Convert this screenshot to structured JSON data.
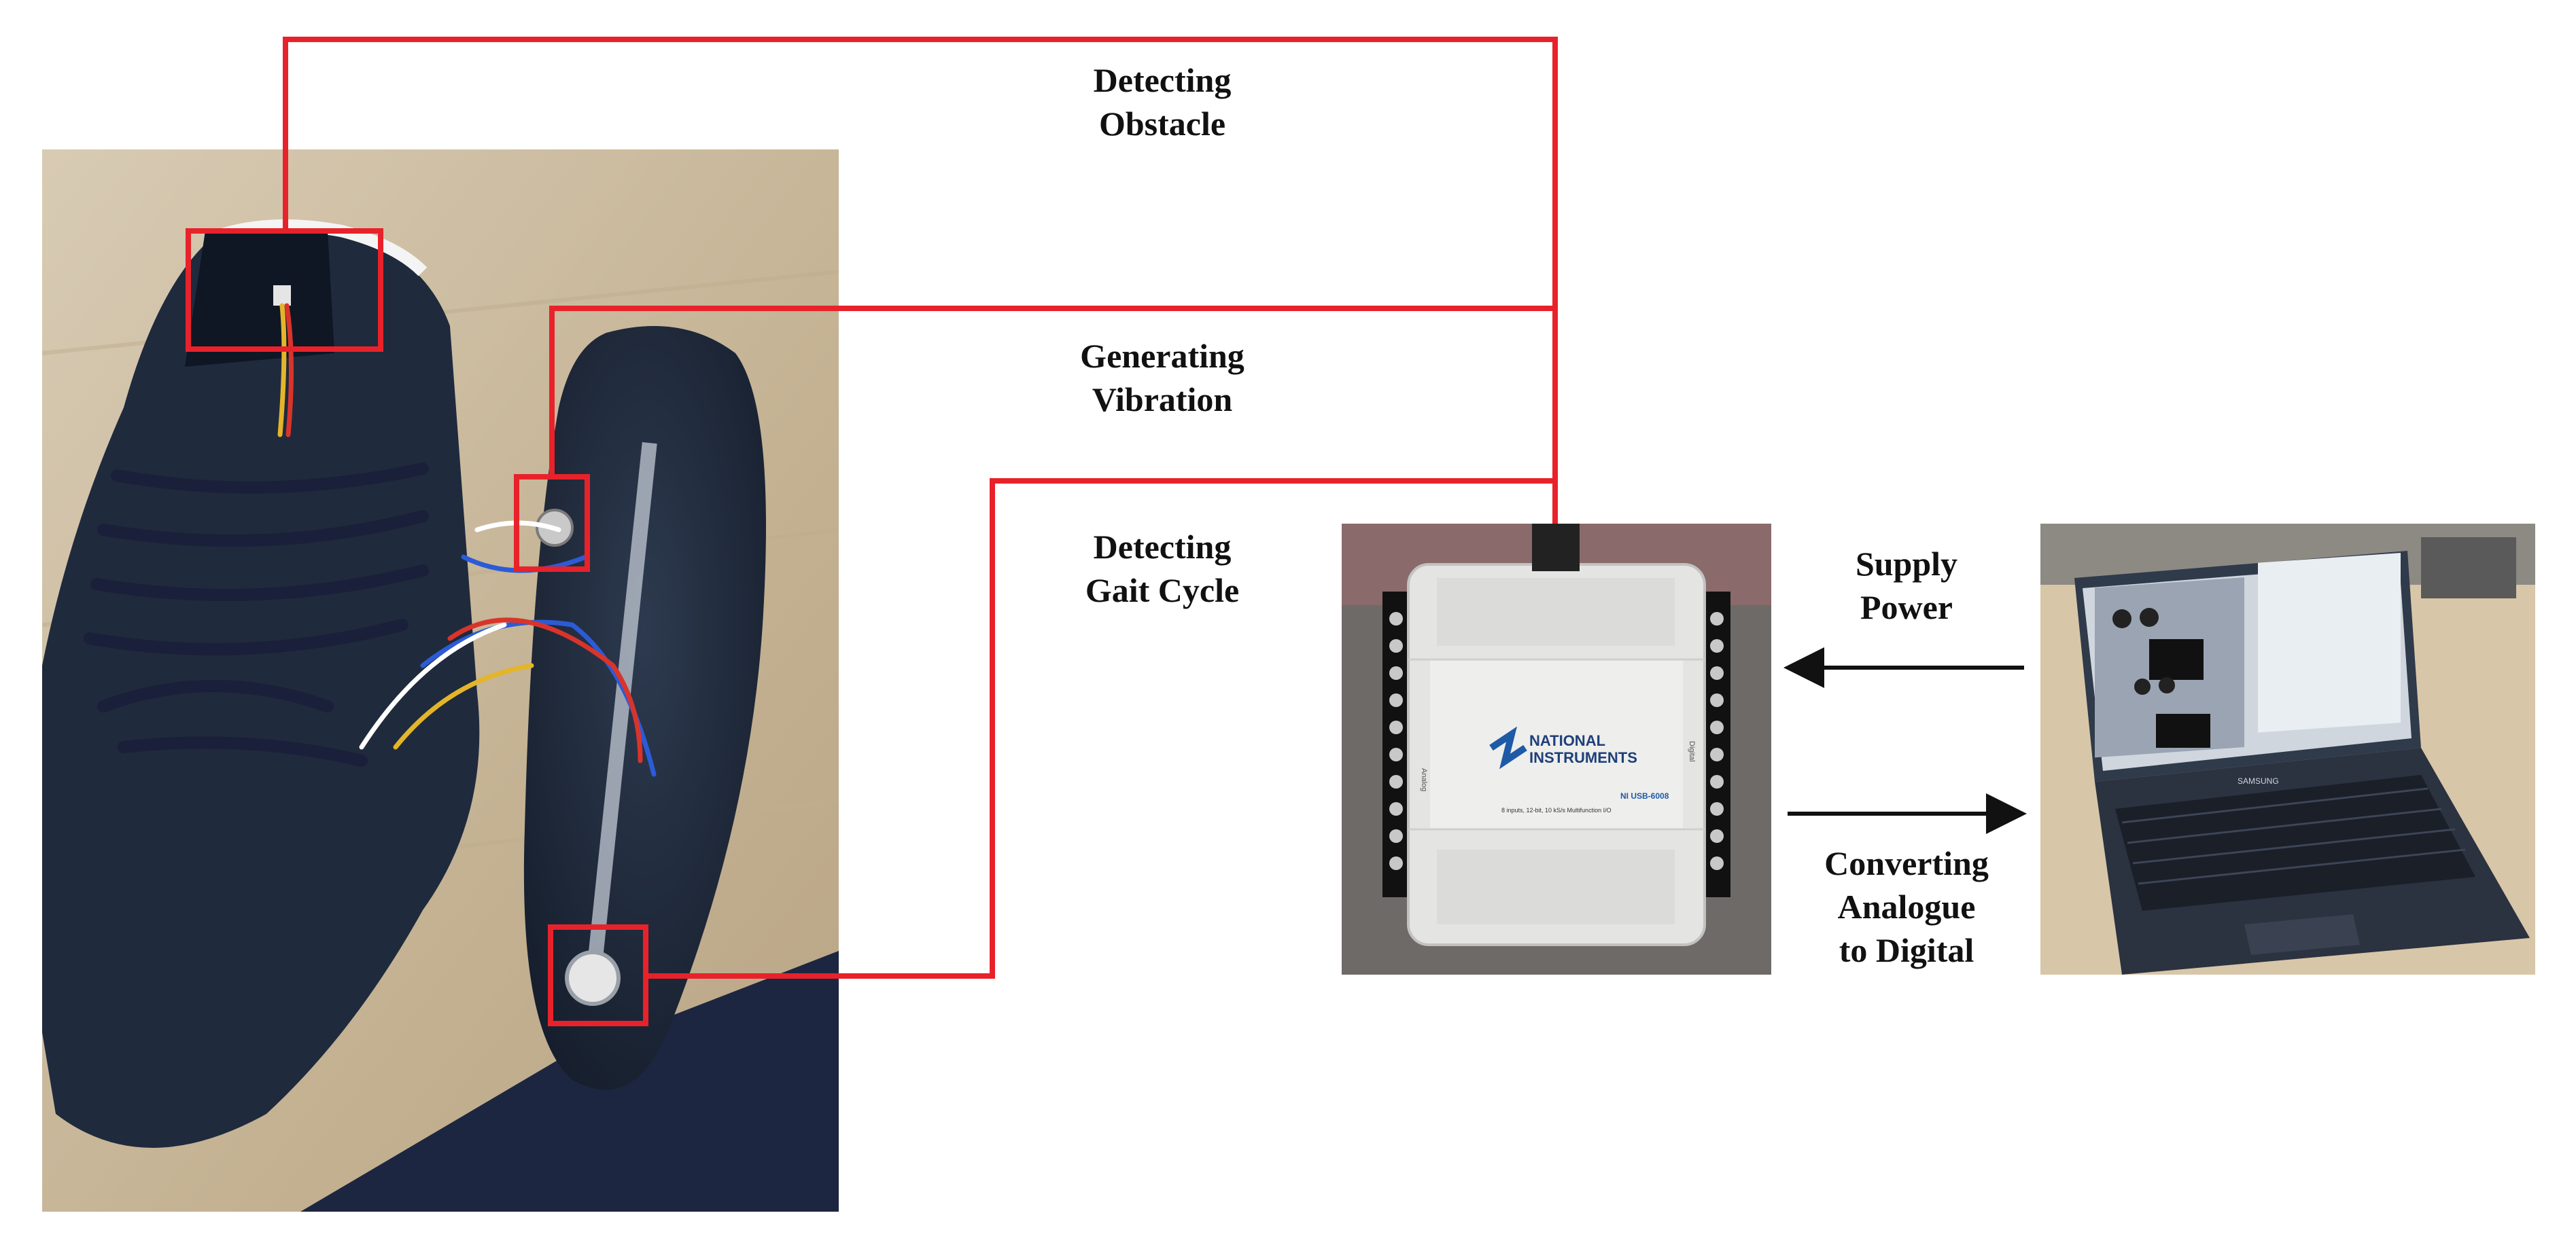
{
  "labels": {
    "obstacle": [
      "Detecting",
      "Obstacle"
    ],
    "vibration": [
      "Generating",
      "Vibration"
    ],
    "gait": [
      "Detecting",
      "Gait Cycle"
    ],
    "power": [
      "Supply",
      "Power"
    ],
    "convert": [
      "Converting",
      "Analogue",
      "to Digital"
    ]
  },
  "daq": {
    "brand_line1": "NATIONAL",
    "brand_line2": "INSTRUMENTS",
    "model": "NI USB-6008",
    "spec": "8 inputs, 12-bit, 10 kS/s Multifunction I/O",
    "left_side": "Analog",
    "right_side": "Digital"
  },
  "laptop": {
    "brand": "SAMSUNG"
  },
  "colors": {
    "connector": "#e8222a",
    "arrow": "#111111",
    "shoe": "#1f2a3d",
    "table": "#c9b89b",
    "daq_body": "#e4e4e2"
  }
}
